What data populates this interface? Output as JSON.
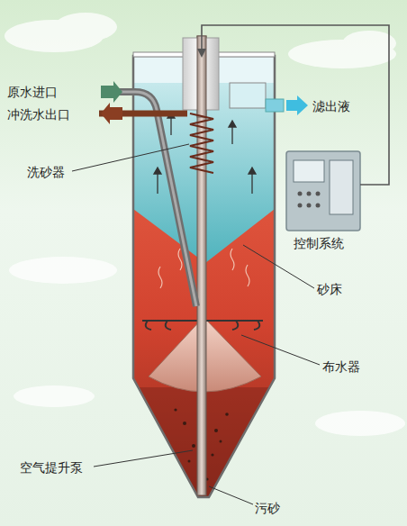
{
  "diagram": {
    "labels": [
      "原水进口",
      "冲洗水出口",
      "滤出液",
      "洗砂器",
      "控制系统",
      "砂床",
      "布水器",
      "空气提升泵",
      "污砂"
    ]
  }
}
